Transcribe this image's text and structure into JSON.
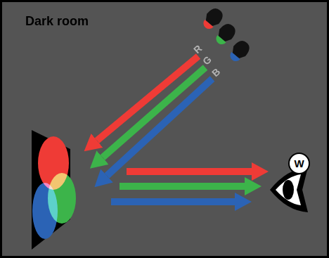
{
  "diagram": {
    "title": "Dark room",
    "nodes": [
      {
        "text": [
          "W"
        ]
      }
    ],
    "labels": [
      "R",
      "G",
      "B"
    ]
  }
}
